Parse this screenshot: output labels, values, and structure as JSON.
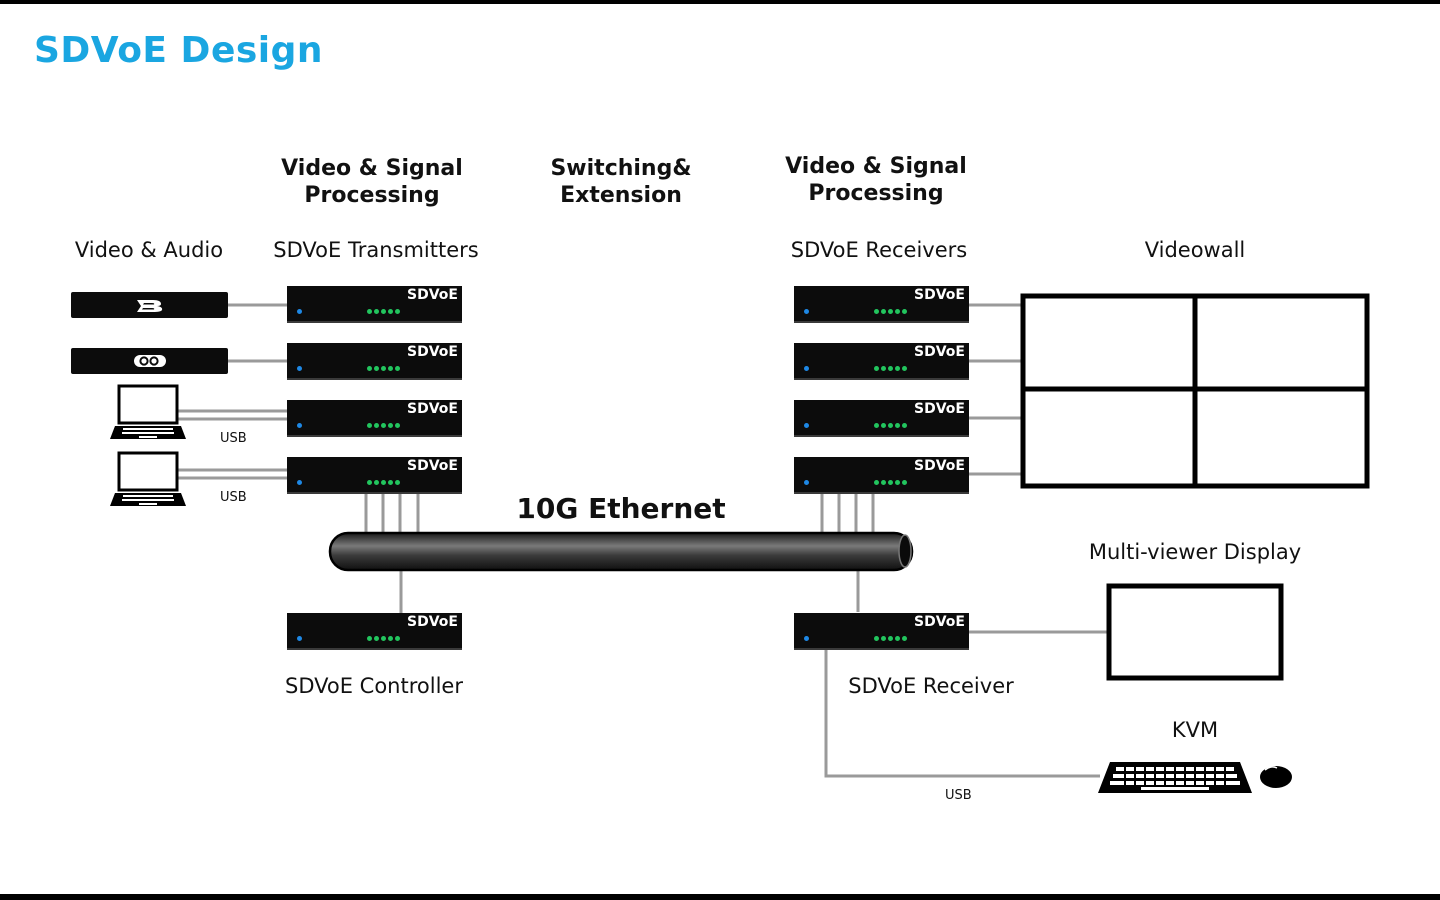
{
  "title": "SDVoE Design",
  "sections": {
    "left_processing": "Video & Signal\nProcessing",
    "switching": "Switching&\nExtension",
    "right_processing": "Video & Signal\nProcessing"
  },
  "columns": {
    "sources": "Video & Audio",
    "transmitters": "SDVoE Transmitters",
    "receivers": "SDVoE Receivers",
    "videowall": "Videowall"
  },
  "device_label": "SDVoE",
  "network_label": "10G Ethernet",
  "controller_label": "SDVoE Controller",
  "receiver_label": "SDVoE Receiver",
  "multiviewer_label": "Multi-viewer Display",
  "kvm_label": "KVM",
  "usb_label": "USB",
  "colors": {
    "title": "#1aa6e1",
    "status_led_blue": "#1e88e5",
    "status_led_green": "#22c55e",
    "wire": "#9a9a9a"
  },
  "icons": [
    "bluray-player-icon",
    "media-player-icon",
    "laptop-icon",
    "keyboard-icon",
    "mouse-icon"
  ]
}
